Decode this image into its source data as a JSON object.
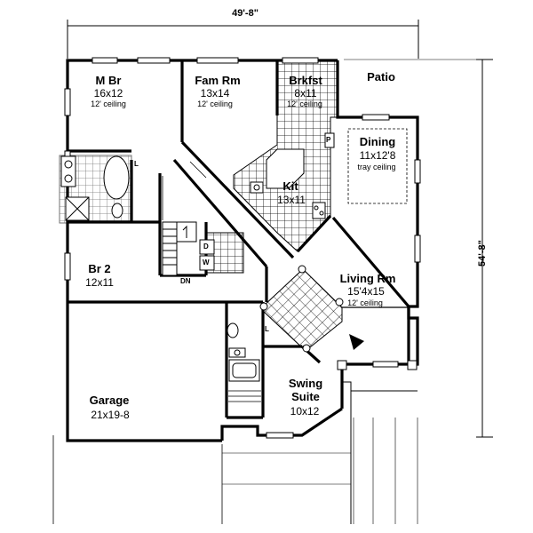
{
  "dimensions": {
    "width": "49'-8\"",
    "depth": "54'-8\""
  },
  "rooms": {
    "master_bedroom": {
      "name": "M Br",
      "size": "16x12",
      "note": "12' ceiling"
    },
    "family_room": {
      "name": "Fam Rm",
      "size": "13x14",
      "note": "12' ceiling"
    },
    "breakfast": {
      "name": "Brkfst",
      "size": "8x11",
      "note": "12' ceiling"
    },
    "patio": {
      "name": "Patio"
    },
    "dining": {
      "name": "Dining",
      "size": "11x12'8",
      "note": "tray ceiling"
    },
    "kitchen": {
      "name": "Kit",
      "size": "13x11"
    },
    "bedroom_2": {
      "name": "Br 2",
      "size": "12x11"
    },
    "living_room": {
      "name": "Living Rm",
      "size": "15'4x15",
      "note": "12' ceiling"
    },
    "garage": {
      "name": "Garage",
      "size": "21x19-8"
    },
    "swing_suite": {
      "name": "Swing",
      "name2": "Suite",
      "size": "10x12"
    }
  },
  "fixtures": {
    "pantry": "P",
    "linen": "L",
    "linen2": "L",
    "dryer": "D",
    "washer": "W",
    "stairs_down": "DN"
  }
}
